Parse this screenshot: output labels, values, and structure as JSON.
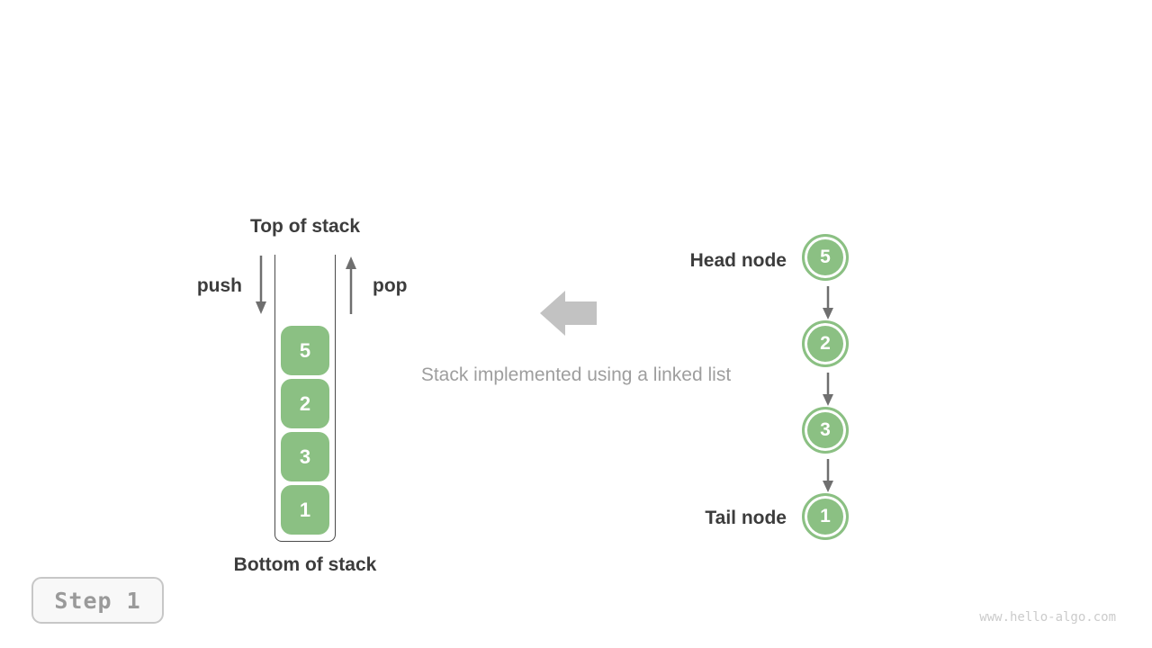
{
  "colors": {
    "green": "#8bc083",
    "dark-text": "#3c3c3c",
    "muted-text": "#9e9e9e",
    "big-arrow": "#c2c2c2",
    "arrow": "#6f6f6f",
    "wall": "#4a4a4a",
    "step-border": "#c7c7c7",
    "step-bg": "#f8f8f8",
    "step-text": "#9a9a9a",
    "watermark": "#cbcbcb",
    "node-text": "#ffffff"
  },
  "stack": {
    "top_label": "Top of stack",
    "bottom_label": "Bottom of stack",
    "push_label": "push",
    "pop_label": "pop",
    "items": [
      "5",
      "2",
      "3",
      "1"
    ]
  },
  "caption": "Stack implemented using a linked list",
  "linked_list": {
    "head_label": "Head node",
    "tail_label": "Tail node",
    "nodes": [
      "5",
      "2",
      "3",
      "1"
    ]
  },
  "footer": {
    "step_label": "Step 1",
    "watermark": "www.hello-algo.com"
  }
}
